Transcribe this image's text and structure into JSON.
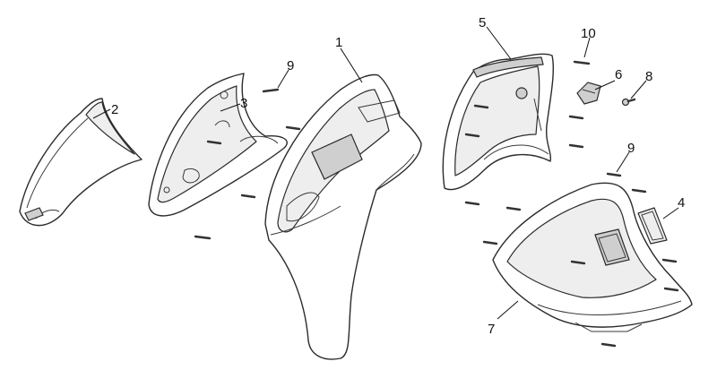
{
  "callouts": [
    {
      "id": "c1",
      "text": "1"
    },
    {
      "id": "c2",
      "text": "2"
    },
    {
      "id": "c3",
      "text": "3"
    },
    {
      "id": "c4",
      "text": "4"
    },
    {
      "id": "c5",
      "text": "5"
    },
    {
      "id": "c6",
      "text": "6"
    },
    {
      "id": "c7",
      "text": "7"
    },
    {
      "id": "c8",
      "text": "8"
    },
    {
      "id": "c9a",
      "text": "9"
    },
    {
      "id": "c9b",
      "text": "9"
    },
    {
      "id": "c10",
      "text": "10"
    }
  ]
}
